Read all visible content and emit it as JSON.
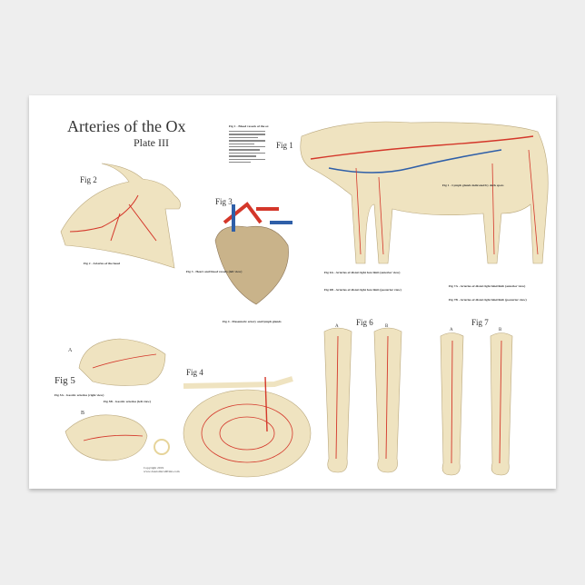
{
  "poster": {
    "title": "Arteries of the Ox",
    "subtitle": "Plate III",
    "figures": {
      "fig1": "Fig 1",
      "fig2": "Fig 2",
      "fig3": "Fig 3",
      "fig4": "Fig 4",
      "fig5": "Fig 5",
      "fig6": "Fig 6",
      "fig7": "Fig 7",
      "fig5a": "A",
      "fig5b": "B",
      "fig6a": "A",
      "fig6b": "B",
      "fig7a": "A",
      "fig7b": "B"
    },
    "captions": {
      "fig1": "Fig 1 - Blood vessels of the ox",
      "fig1_lymph": "Fig 1 - Lymph glands indicated by dark spots",
      "fig2": "Fig 2 - Arteries of the head",
      "fig3": "Fig 3 - Heart and blood vessels (left view)",
      "fig4": "Fig 4 - Mesenteric artery and lymph glands",
      "fig5a": "Fig 5A - Gastric arteries (right view)",
      "fig5b": "Fig 5B - Gastric arteries (left view)",
      "fig6a": "Fig 6A - Arteries of distal right fore limb (anterior view)",
      "fig6b": "Fig 6B - Arteries of distal right fore limb (posterior view)",
      "fig7a": "Fig 7A - Arteries of distal right hind limb (anterior view)",
      "fig7b": "Fig 7B - Arteries of distal right hind limb (posterior view)"
    },
    "copyright": "Copyright 2019",
    "website": "www.AnatomicalPrints.com",
    "colors": {
      "artery": "#d4372a",
      "vein": "#2f5fa8",
      "tissue": "#efe3c0",
      "background": "#eeeeee"
    }
  }
}
